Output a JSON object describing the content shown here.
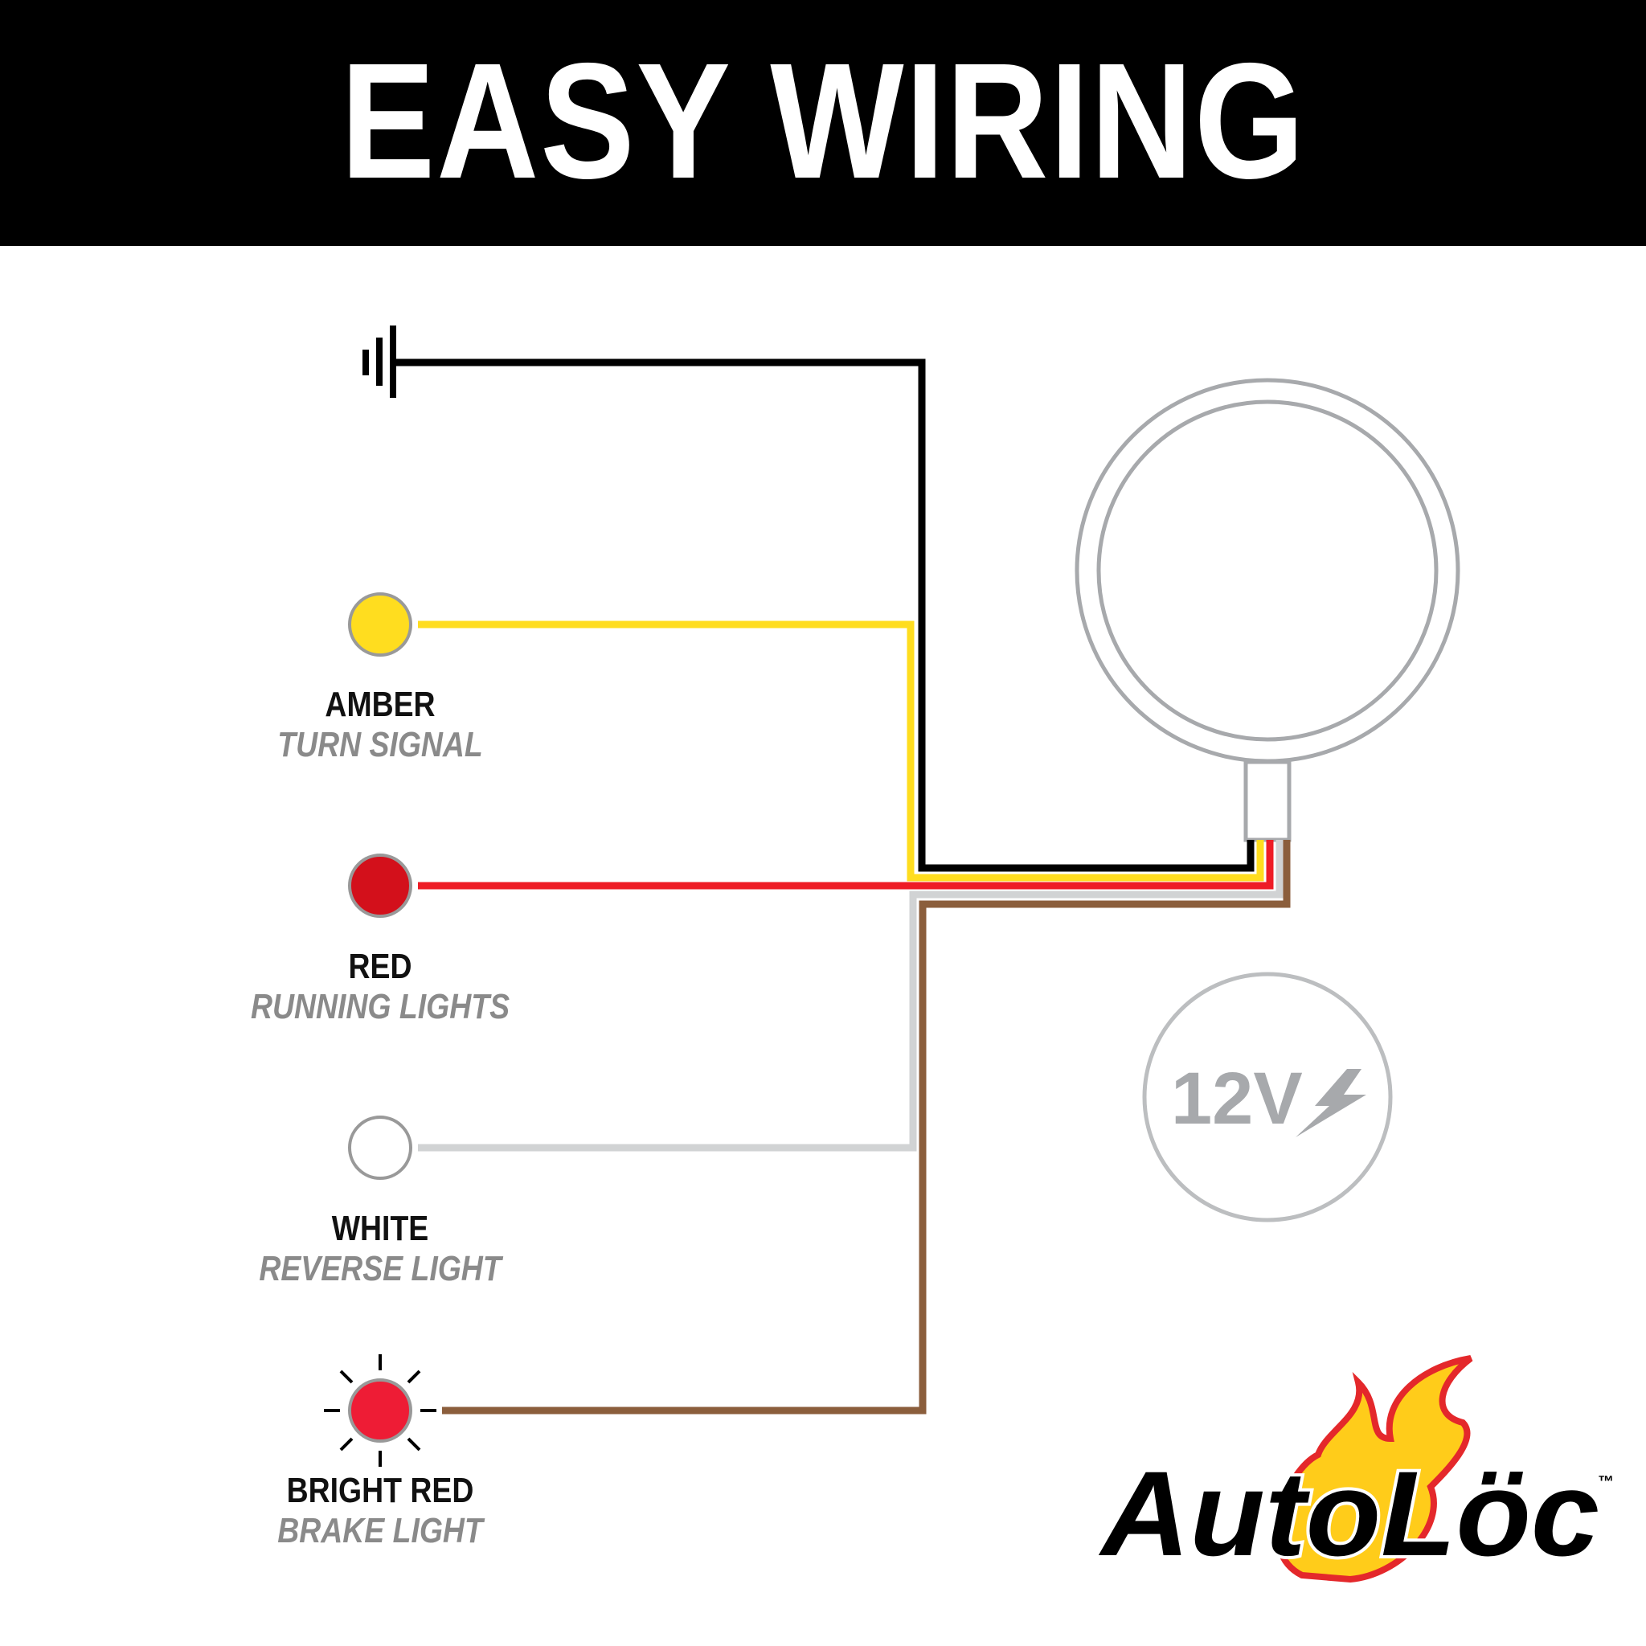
{
  "header": {
    "title": "EASY WIRING"
  },
  "ground": {
    "icon": "ground-icon",
    "wire_color": "#000000"
  },
  "wires": [
    {
      "color_name": "AMBER",
      "function": "TURN SIGNAL",
      "led_color": "#FFDD1F",
      "wire_color": "#FFDD1F"
    },
    {
      "color_name": "RED",
      "function": "RUNNING LIGHTS",
      "led_color": "#D3101B",
      "wire_color": "#EE1C25"
    },
    {
      "color_name": "WHITE",
      "function": "REVERSE LIGHT",
      "led_color": "#FFFFFF",
      "wire_color": "#D1D3D4"
    },
    {
      "color_name": "BRIGHT RED",
      "function": "BRAKE LIGHT",
      "led_color": "#EE1C35",
      "wire_color": "#8B5E3C"
    }
  ],
  "voltage": {
    "label": "12V",
    "icon": "lightning-bolt-icon"
  },
  "logo": {
    "text": "AutoLöc",
    "trademark": "™"
  }
}
